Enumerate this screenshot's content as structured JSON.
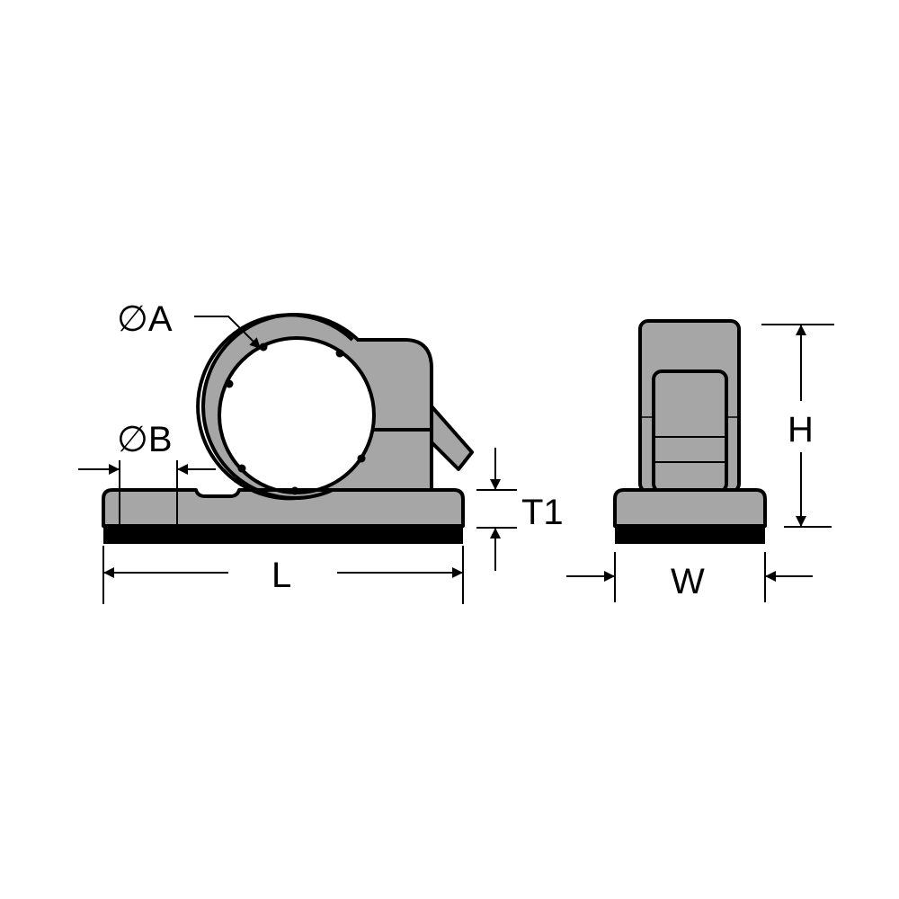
{
  "diagram": {
    "title": "Cable clamp dimension drawing",
    "colors": {
      "body": "#a6a6a6",
      "outline": "#000000",
      "adhesive": "#000000",
      "background": "#ffffff"
    },
    "views": [
      {
        "name": "side-view",
        "description": "Side view of round cable clamp on adhesive base"
      },
      {
        "name": "end-view",
        "description": "End view of clamp on adhesive base"
      }
    ],
    "labels": {
      "dia_a": "∅A",
      "dia_b": "∅B",
      "t1": "T1",
      "l": "L",
      "h": "H",
      "w": "W"
    }
  }
}
